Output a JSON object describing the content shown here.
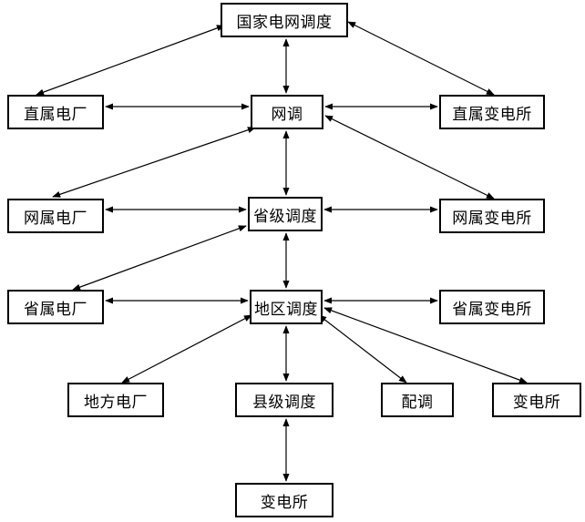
{
  "nodes": {
    "national": "国家电网调度",
    "regional": "网调",
    "direct_plant": "直属电厂",
    "direct_substation": "直属变电所",
    "provincial": "省级调度",
    "grid_plant": "网属电厂",
    "grid_substation": "网属变电所",
    "district": "地区调度",
    "prov_plant": "省属电厂",
    "prov_substation": "省属变电所",
    "local_plant": "地方电厂",
    "county": "县级调度",
    "distribution": "配调",
    "substation": "变电所",
    "county_substation": "变电所"
  },
  "colors": {
    "line": "#000000",
    "border": "#000000",
    "background": "#ffffff"
  }
}
